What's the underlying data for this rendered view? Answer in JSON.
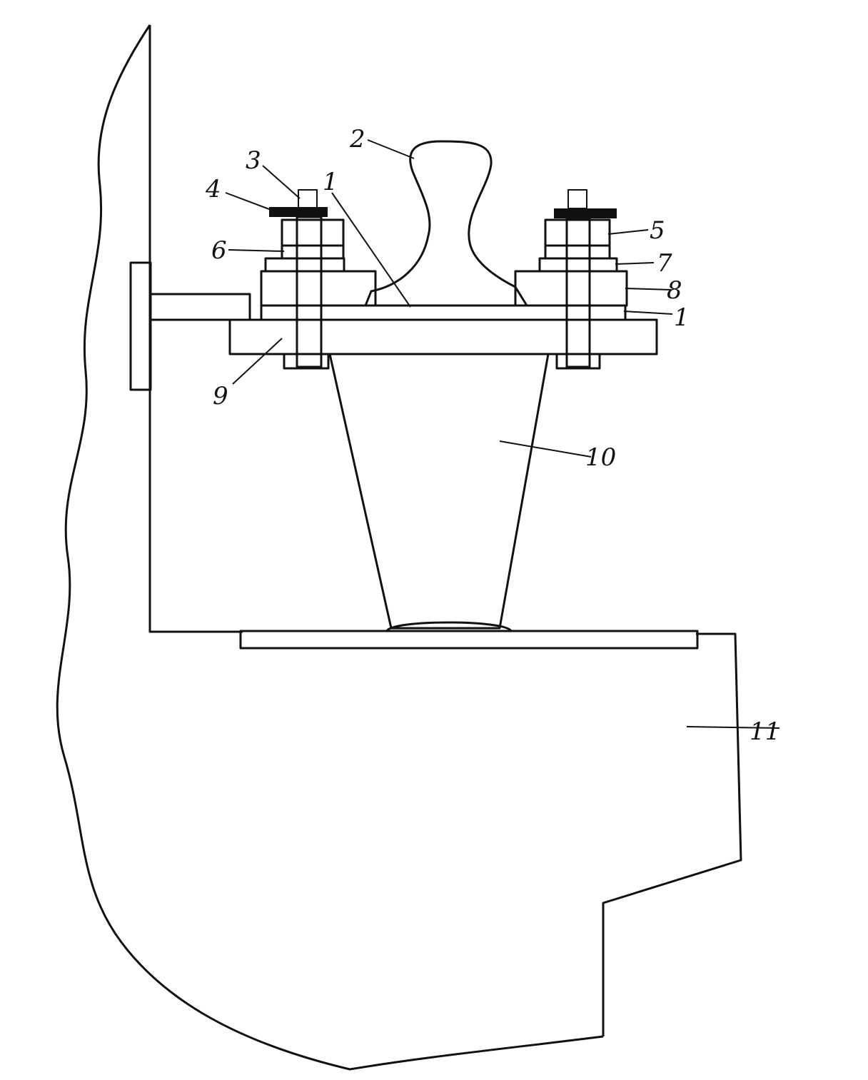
{
  "callouts": [
    {
      "id": "c2",
      "text": "2"
    },
    {
      "id": "c3",
      "text": "3"
    },
    {
      "id": "c4",
      "text": "4"
    },
    {
      "id": "c1a",
      "text": "1"
    },
    {
      "id": "c5",
      "text": "5"
    },
    {
      "id": "c6",
      "text": "6"
    },
    {
      "id": "c7",
      "text": "7"
    },
    {
      "id": "c8",
      "text": "8"
    },
    {
      "id": "c1b",
      "text": "1"
    },
    {
      "id": "c9",
      "text": "9"
    },
    {
      "id": "c10",
      "text": "10"
    },
    {
      "id": "c11",
      "text": "11"
    }
  ]
}
